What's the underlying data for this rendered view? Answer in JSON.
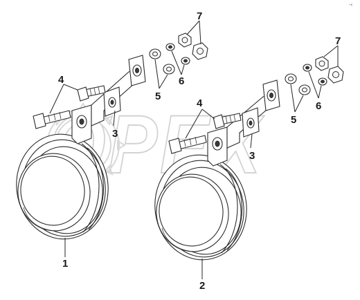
{
  "corner_mark": "-‹",
  "watermark": {
    "text": "OPEX"
  },
  "callouts": [
    {
      "id": "label-1",
      "text": "1"
    },
    {
      "id": "label-2",
      "text": "2"
    },
    {
      "id": "label-3-left",
      "text": "3"
    },
    {
      "id": "label-3-right",
      "text": "3"
    },
    {
      "id": "label-4-left",
      "text": "4"
    },
    {
      "id": "label-4-right",
      "text": "4"
    },
    {
      "id": "label-5-left",
      "text": "5"
    },
    {
      "id": "label-5-right",
      "text": "5"
    },
    {
      "id": "label-6-left",
      "text": "6"
    },
    {
      "id": "label-6-right",
      "text": "6"
    },
    {
      "id": "label-7-left",
      "text": "7"
    },
    {
      "id": "label-7-right",
      "text": "7"
    }
  ]
}
